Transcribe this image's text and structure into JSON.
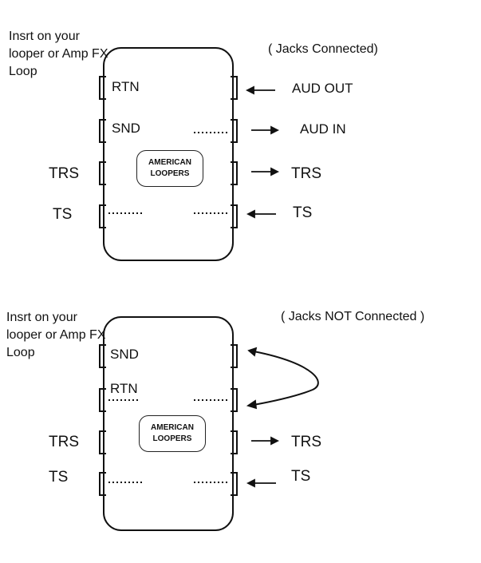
{
  "top": {
    "side_note": "Insrt on your looper or Amp FX Loop",
    "caption": "( Jacks Connected)",
    "box_jacks_left": [
      "RTN",
      "SND"
    ],
    "logo": [
      "AMERICAN",
      "LOOPERS"
    ],
    "left_labels": [
      "TRS",
      "TS"
    ],
    "right_labels": [
      "AUD OUT",
      "AUD IN",
      "TRS",
      "TS"
    ]
  },
  "bottom": {
    "side_note": "Insrt on your looper or Amp FX Loop",
    "caption": "( Jacks NOT Connected )",
    "box_jacks_left": [
      "SND",
      "RTN"
    ],
    "logo": [
      "AMERICAN",
      "LOOPERS"
    ],
    "left_labels": [
      "TRS",
      "TS"
    ],
    "right_labels": [
      "TRS",
      "TS"
    ]
  }
}
